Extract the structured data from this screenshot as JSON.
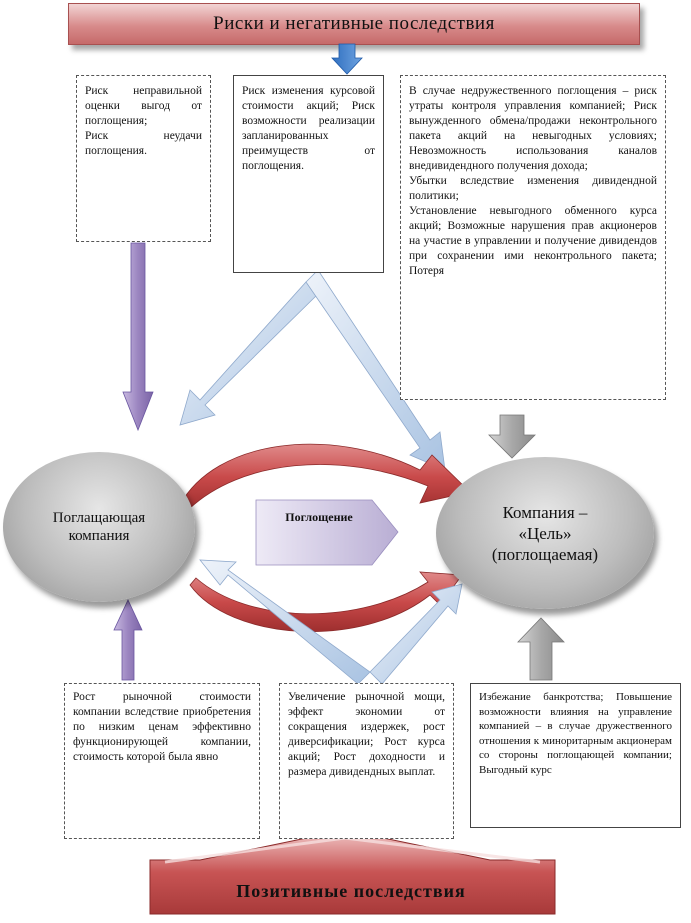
{
  "header": {
    "title": "Риски и негативные последствия"
  },
  "footer": {
    "title": "Позитивные последствия"
  },
  "risk_boxes": {
    "left": [
      "Риск неправильной оценки выгод от поглощения;",
      "Риск неудачи поглощения."
    ],
    "middle": [
      "Риск изменения курсовой стоимости акций; Риск возможности реализации запланированных преимуществ от поглощения."
    ],
    "right": [
      "В случае недружественного поглощения – риск утраты контроля управления компанией; Риск вынужденного обмена/продажи неконтрольного пакета акций на невыгодных условиях; Невозможность использования каналов внедивидендного получения дохода;",
      "Убытки вследствие изменения дивидендной политики;",
      "Установление невыгодного обменного курса акций; Возможные нарушения прав акционеров на участие в управлении и получение дивидендов при сохранении ими неконтрольного пакета; Потеря"
    ]
  },
  "entities": {
    "acquirer": "Поглащающая компания",
    "target_line1": "Компания –",
    "target_line2": "«Цель»",
    "target_line3": "(поглощаемая)"
  },
  "process_label": "Поглощение",
  "benefit_boxes": {
    "left": [
      "Рост рыночной стоимости компании вследствие приобретения по низким ценам эффективно функционирующей компании, стоимость которой была явно"
    ],
    "middle": [
      "Увеличение рыночной мощи, эффект экономии от сокращения издержек, рост диверсификации; Рост курса акций; Рост доходности и размера дивидендных выплат."
    ],
    "right": [
      "Избежание банкротства; Повышение возможности влияния на управление компанией – в случае дружественного отношения к миноритарным акционерам со стороны поглощающей компании; Выгодный курс"
    ]
  },
  "colors": {
    "banner_top": "#d88b8b",
    "banner_bottom": "#c04848",
    "purple_arrow": "#9b85c0",
    "light_blue_arrow": "#c9d8ea",
    "red_arc": "#c94a4a",
    "gray_arrow": "#a8a8a8",
    "ellipse": "#bcbcbc"
  }
}
